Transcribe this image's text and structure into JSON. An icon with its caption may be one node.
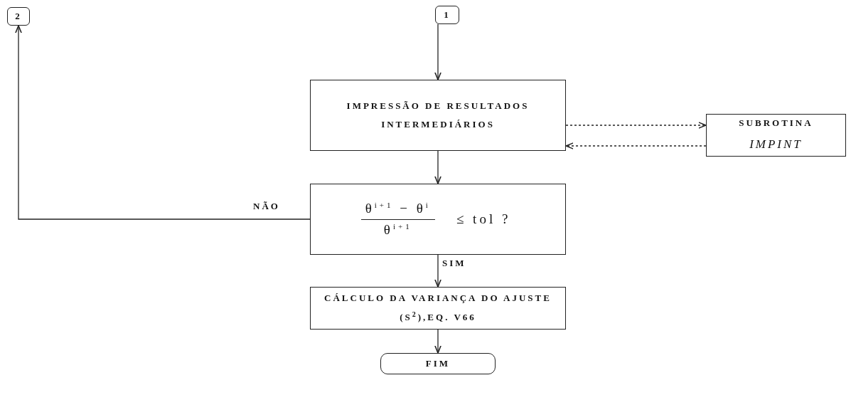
{
  "diagram": {
    "nodes": [
      {
        "text": [
          "1"
        ]
      },
      {
        "text": [
          "IMPRESSÃO DE RESULTADOS INTERMEDIÁRIOS"
        ]
      },
      {
        "text": [
          "SUBROTINA",
          "IMPINT"
        ]
      },
      {
        "text": [
          "θ$^{i+1}$ − θ$^{i}$",
          "θ$^{i+1}$",
          "≤ tol ?"
        ]
      },
      {
        "text": [
          "CÁLCULO DA VARIANÇA DO AJUSTE (S$^{2}$),EQ. V66"
        ]
      },
      {
        "text": [
          "FIM"
        ]
      },
      {
        "text": [
          "2"
        ]
      }
    ],
    "edges": [
      {
        "from": 0,
        "to": 1,
        "arrow": "to"
      },
      {
        "from": 1,
        "to": 2,
        "arrow": "to",
        "style": "dashed"
      },
      {
        "from": 2,
        "to": 1,
        "arrow": "to",
        "style": "dashed"
      },
      {
        "from": 1,
        "to": 3,
        "arrow": "to"
      },
      {
        "from": 3,
        "to": 6,
        "arrow": "to",
        "label": "NÃO"
      },
      {
        "from": 3,
        "to": 4,
        "arrow": "to",
        "label": "SIM"
      },
      {
        "from": 4,
        "to": 5,
        "arrow": "to"
      }
    ]
  }
}
